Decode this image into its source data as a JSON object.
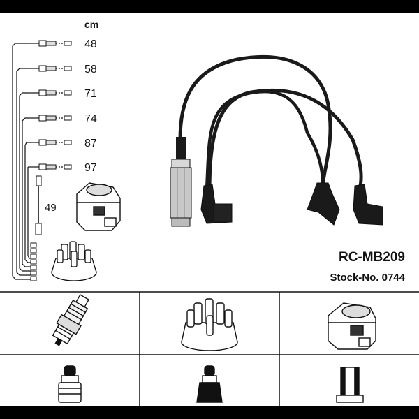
{
  "unit_label": "cm",
  "lengths": [
    "48",
    "58",
    "71",
    "74",
    "87",
    "97"
  ],
  "coil_lead_length": "49",
  "product": {
    "code": "RC-MB209",
    "stock": "Stock-No. 0744"
  },
  "colors": {
    "frame": "#000000",
    "background": "#ffffff",
    "ink": "#111111",
    "cable": "#1a1a1a",
    "boot_gray": "#c8c8c8"
  },
  "icons": {
    "spark_plug": "spark-plug-icon",
    "distributor_cap": "distributor-cap-icon",
    "ignition_coil": "ignition-coil-icon",
    "straight_plug_boot": "straight-boot-icon",
    "distributor_terminal": "distributor-terminal-icon",
    "coil_terminal": "coil-terminal-icon"
  }
}
